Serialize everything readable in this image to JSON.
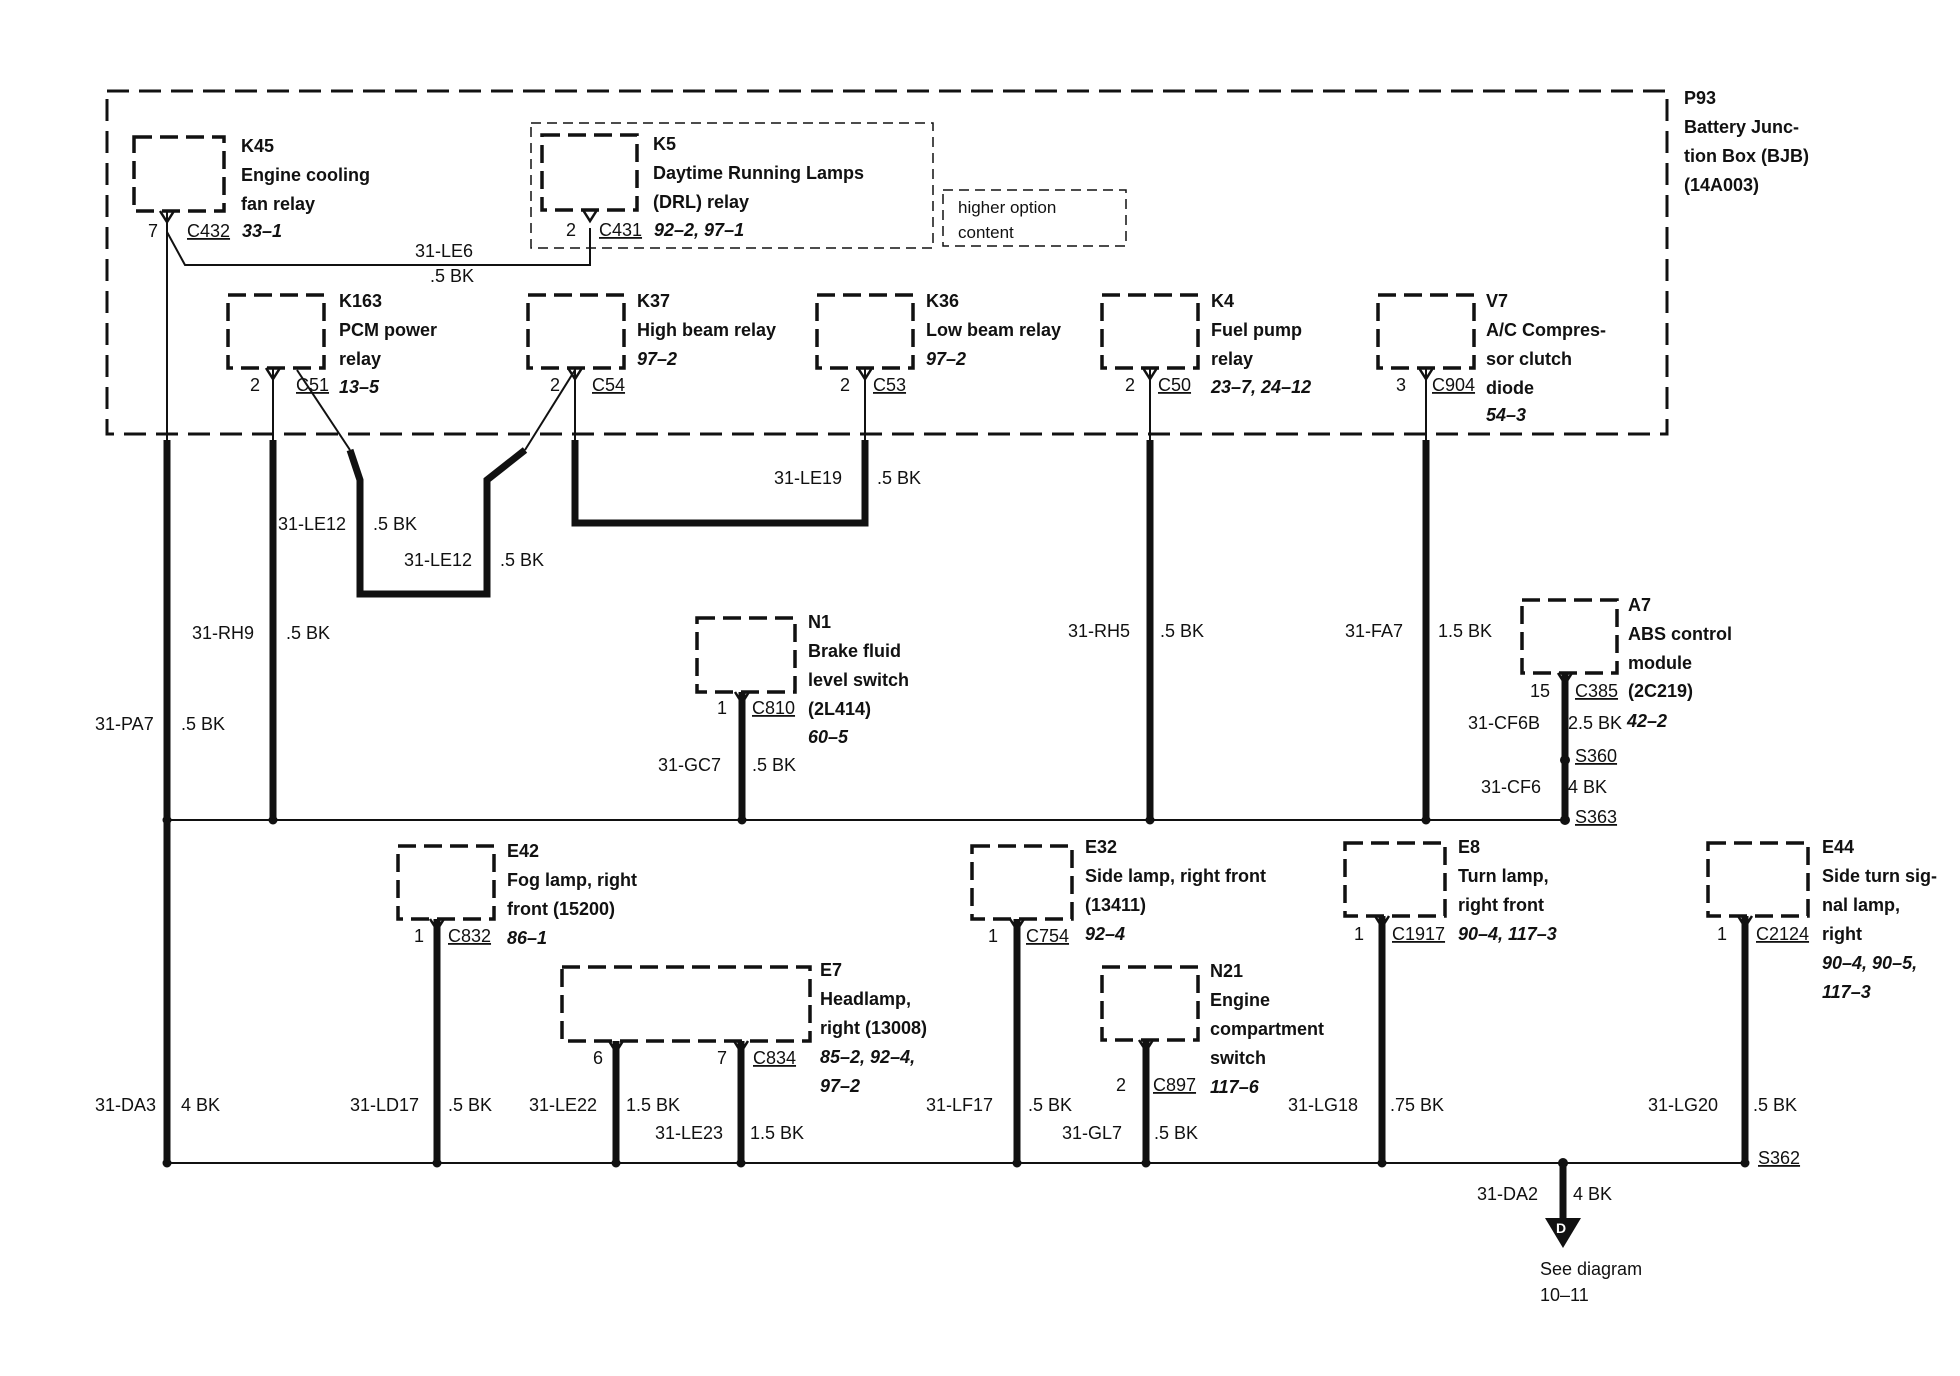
{
  "junction_box": {
    "id": "P93",
    "name_lines": [
      "Battery Junc-",
      "tion Box (BJB)",
      "(14A003)"
    ]
  },
  "option_box": {
    "lines": [
      "higher option",
      "content"
    ]
  },
  "components": {
    "k45": {
      "id": "K45",
      "lines": [
        "Engine cooling",
        "fan relay"
      ],
      "pin": "7",
      "connector": "C432",
      "ref": "33–1"
    },
    "k5": {
      "id": "K5",
      "lines": [
        "Daytime Running Lamps",
        "(DRL) relay"
      ],
      "pin": "2",
      "connector": "C431",
      "ref": "92–2, 97–1"
    },
    "k163": {
      "id": "K163",
      "lines": [
        "PCM power",
        "relay"
      ],
      "pin": "2",
      "connector": "C51",
      "ref": "13–5"
    },
    "k37": {
      "id": "K37",
      "lines": [
        "High beam relay"
      ],
      "pin": "2",
      "connector": "C54",
      "ref": "97–2"
    },
    "k36": {
      "id": "K36",
      "lines": [
        "Low beam relay"
      ],
      "pin": "2",
      "connector": "C53",
      "ref": "97–2"
    },
    "k4": {
      "id": "K4",
      "lines": [
        "Fuel pump",
        "relay"
      ],
      "pin": "2",
      "connector": "C50",
      "ref": "23–7, 24–12"
    },
    "v7": {
      "id": "V7",
      "lines": [
        "A/C Compres-",
        "sor clutch",
        "diode"
      ],
      "pin": "3",
      "connector": "C904",
      "ref": "54–3"
    },
    "n1": {
      "id": "N1",
      "lines": [
        "Brake fluid",
        "level switch",
        "(2L414)"
      ],
      "pin": "1",
      "connector": "C810",
      "ref": "60–5"
    },
    "a7": {
      "id": "A7",
      "lines": [
        "ABS control",
        "module"
      ],
      "pin": "15",
      "connector": "C385",
      "part": "(2C219)",
      "ref": "42–2"
    },
    "e42": {
      "id": "E42",
      "lines": [
        "Fog lamp, right",
        "front (15200)"
      ],
      "pin": "1",
      "connector": "C832",
      "ref": "86–1"
    },
    "e7": {
      "id": "E7",
      "lines": [
        "Headlamp,",
        "right (13008)"
      ],
      "pin_a": "6",
      "pin_b": "7",
      "connector": "C834",
      "ref_lines": [
        "85–2, 92–4,",
        "97–2"
      ]
    },
    "e32": {
      "id": "E32",
      "lines": [
        "Side lamp, right front",
        "(13411)"
      ],
      "pin": "1",
      "connector": "C754",
      "ref": "92–4"
    },
    "n21": {
      "id": "N21",
      "lines": [
        "Engine",
        "compartment",
        "switch"
      ],
      "pin": "2",
      "connector": "C897",
      "ref": "117–6"
    },
    "e8": {
      "id": "E8",
      "lines": [
        "Turn lamp,",
        "right front"
      ],
      "pin": "1",
      "connector": "C1917",
      "ref": "90–4, 117–3"
    },
    "e44": {
      "id": "E44",
      "lines": [
        "Side turn sig-",
        "nal lamp,",
        "right"
      ],
      "pin": "1",
      "connector": "C2124",
      "ref_lines": [
        "90–4, 90–5,",
        "117–3"
      ]
    }
  },
  "wires": {
    "le6": {
      "circuit": "31-LE6",
      "spec": ".5 BK"
    },
    "le19": {
      "circuit": "31-LE19",
      "spec": ".5 BK"
    },
    "le12a": {
      "circuit": "31-LE12",
      "spec": ".5 BK"
    },
    "le12b": {
      "circuit": "31-LE12",
      "spec": ".5 BK"
    },
    "rh9": {
      "circuit": "31-RH9",
      "spec": ".5 BK"
    },
    "pa7": {
      "circuit": "31-PA7",
      "spec": ".5 BK"
    },
    "rh5": {
      "circuit": "31-RH5",
      "spec": ".5 BK"
    },
    "fa7": {
      "circuit": "31-FA7",
      "spec": "1.5 BK"
    },
    "cf6b": {
      "circuit": "31-CF6B",
      "spec": "2.5 BK"
    },
    "cf6": {
      "circuit": "31-CF6",
      "spec": "4 BK"
    },
    "gc7": {
      "circuit": "31-GC7",
      "spec": ".5 BK"
    },
    "da3": {
      "circuit": "31-DA3",
      "spec": "4 BK"
    },
    "ld17": {
      "circuit": "31-LD17",
      "spec": ".5 BK"
    },
    "le22": {
      "circuit": "31-LE22",
      "spec": "1.5 BK"
    },
    "le23": {
      "circuit": "31-LE23",
      "spec": "1.5 BK"
    },
    "lf17": {
      "circuit": "31-LF17",
      "spec": ".5 BK"
    },
    "gl7": {
      "circuit": "31-GL7",
      "spec": ".5 BK"
    },
    "lg18": {
      "circuit": "31-LG18",
      "spec": ".75 BK"
    },
    "lg20": {
      "circuit": "31-LG20",
      "spec": ".5 BK"
    },
    "da2": {
      "circuit": "31-DA2",
      "spec": "4 BK"
    }
  },
  "splices": {
    "s360": "S360",
    "s363": "S363",
    "s362": "S362"
  },
  "reference": {
    "letter": "D",
    "lines": [
      "See diagram",
      "10–11"
    ]
  }
}
